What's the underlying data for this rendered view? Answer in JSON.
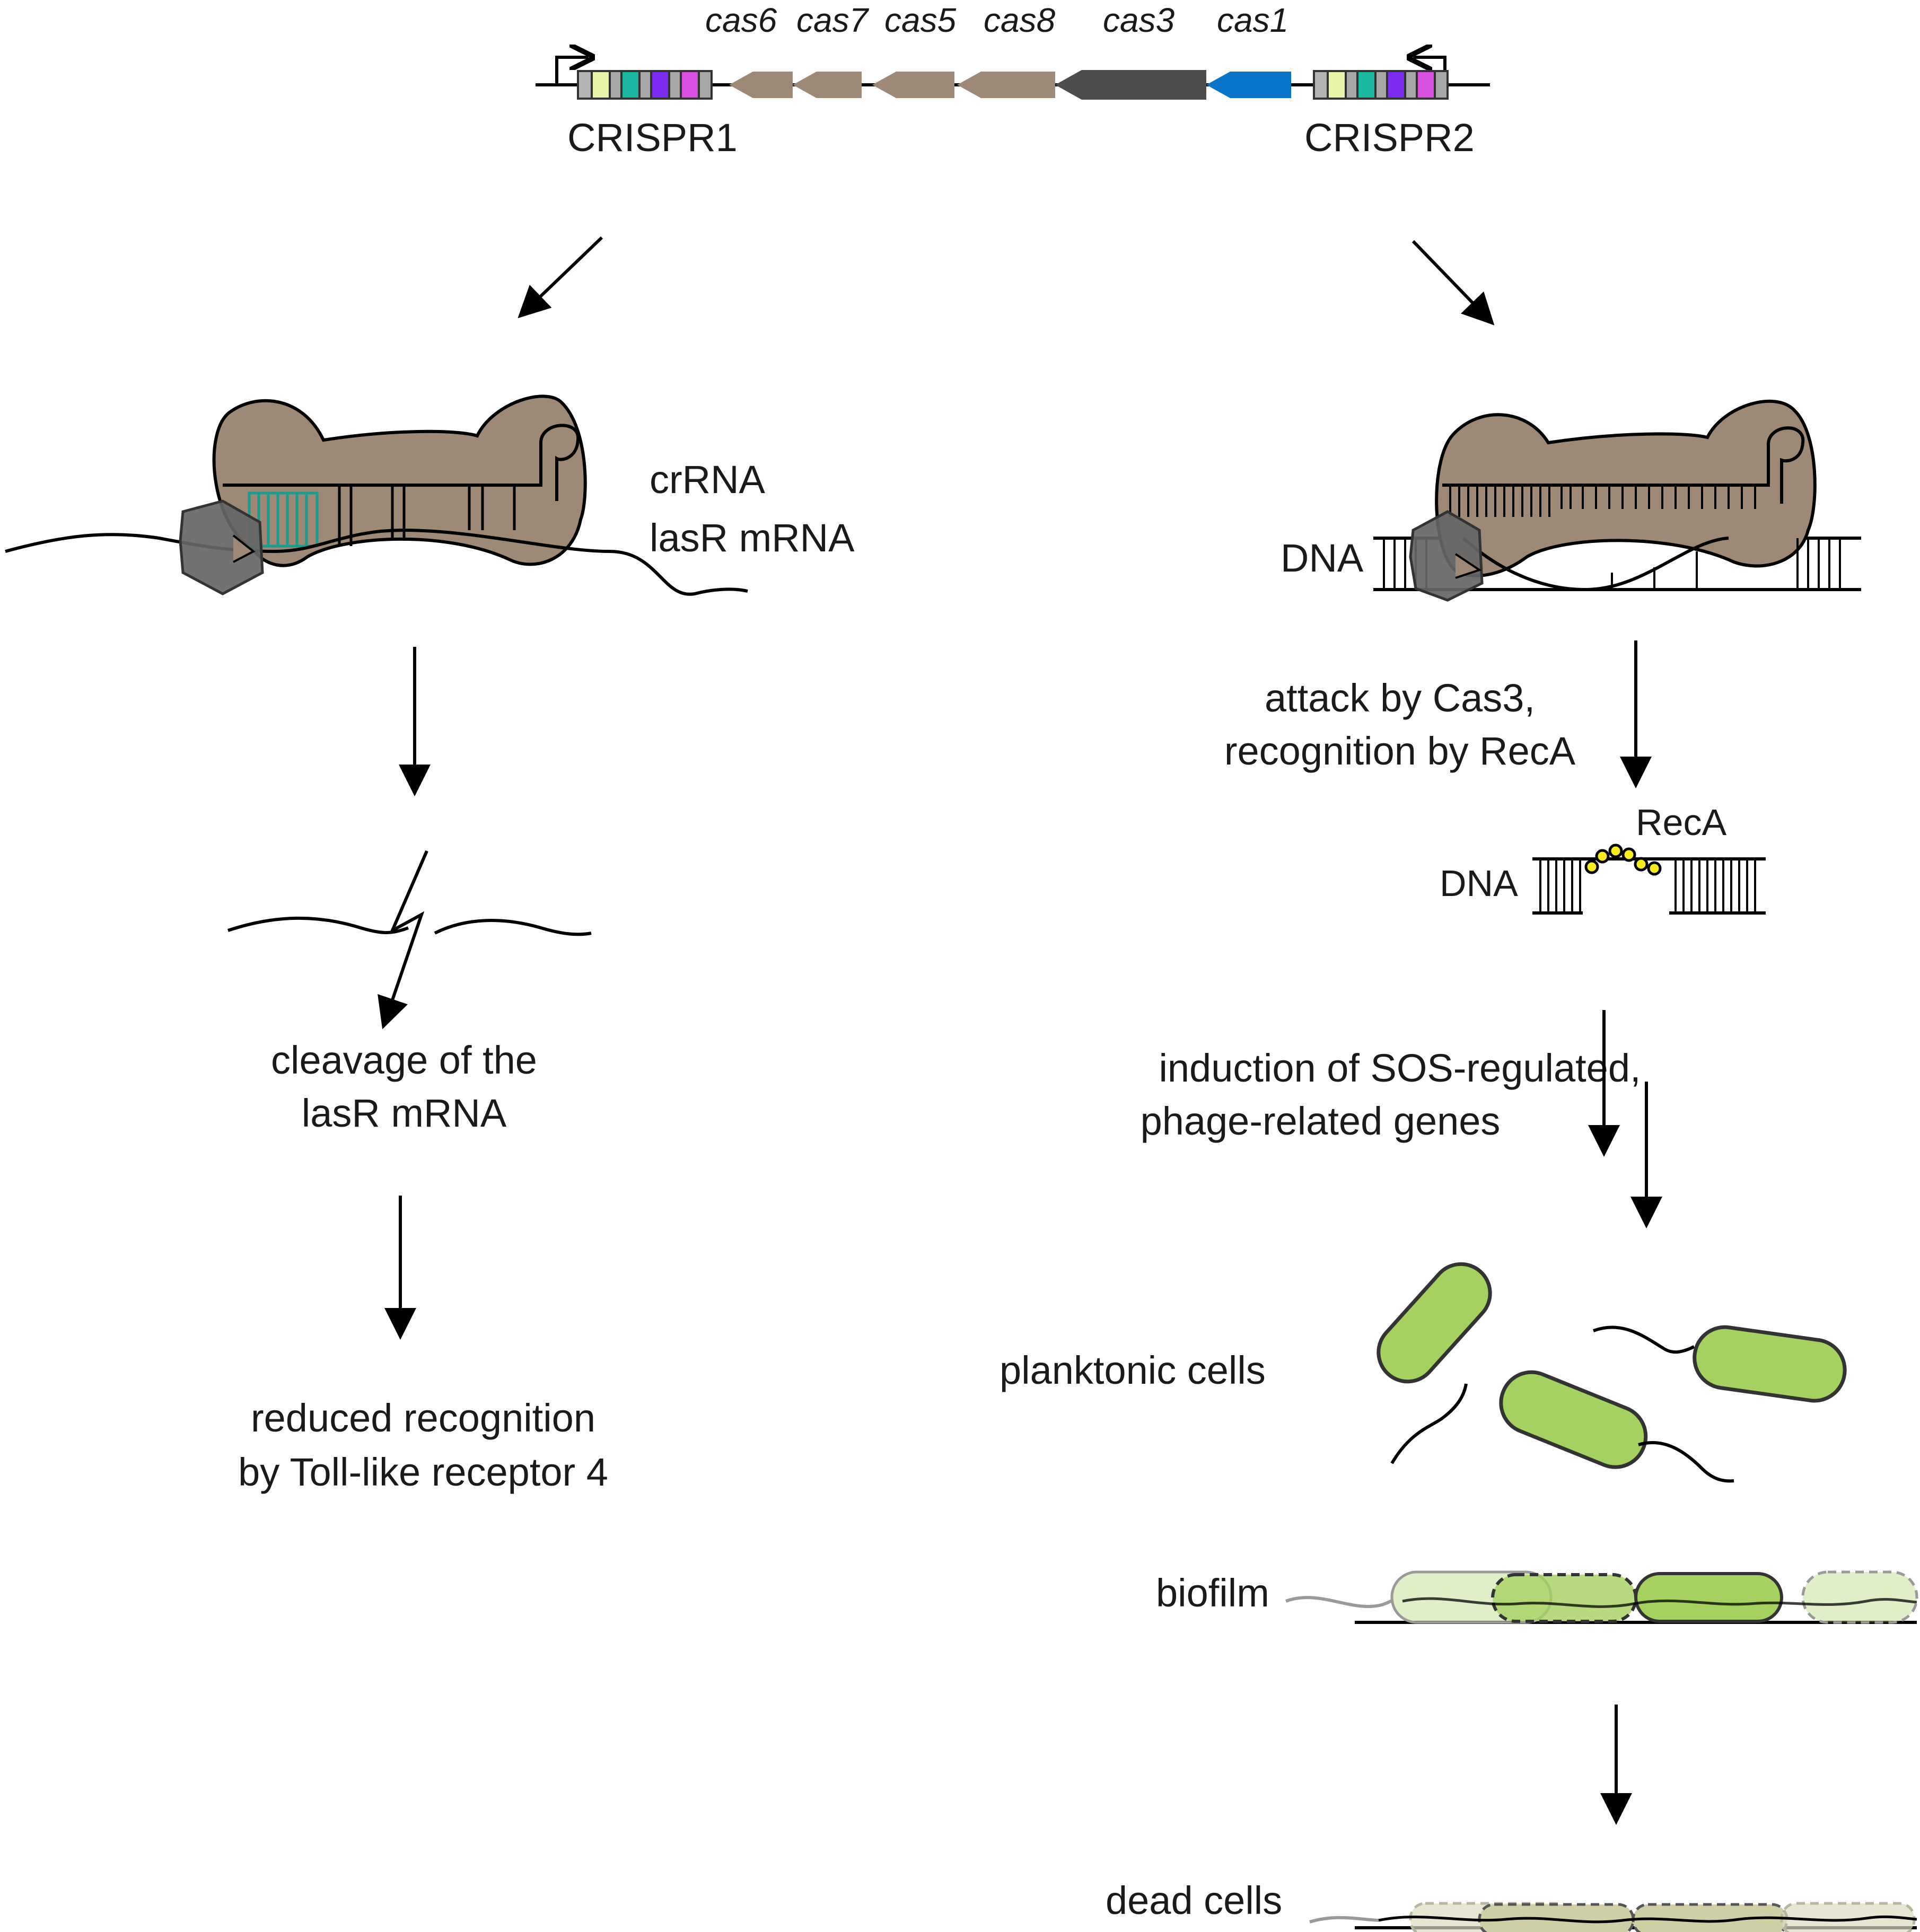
{
  "gene_cluster": {
    "genes": [
      "cas6",
      "cas7",
      "cas5",
      "cas8",
      "cas3",
      "cas1"
    ],
    "crispr_left": "CRISPR1",
    "crispr_right": "CRISPR2",
    "colors": {
      "cas_cascade": "#9e8876",
      "cas3": "#4d4d4d",
      "cas1": "#0a74c9",
      "spacers": [
        "#b3b3b3",
        "#e6f5a8",
        "#a8a8a8",
        "#1bb7a0",
        "#a8a8a8",
        "#7b2cf0",
        "#a8a8a8",
        "#d84fe0",
        "#a8a8a8"
      ]
    }
  },
  "left_branch": {
    "crrna_label": "crRNA",
    "mrna_label": "lasR mRNA",
    "cleavage_line1": "cleavage of the",
    "cleavage_line2": "lasR mRNA",
    "outcome_line1": "reduced recognition",
    "outcome_line2": "by Toll-like receptor 4"
  },
  "right_branch": {
    "dna_label_1": "DNA",
    "attack_line1": "attack by Cas3,",
    "attack_line2": "recognition by RecA",
    "reca_label": "RecA",
    "dna_label_2": "DNA",
    "sos_line1": "induction of SOS-regulated,",
    "sos_line2": "phage-related genes",
    "planktonic_label": "planktonic cells",
    "biofilm_label": "biofilm",
    "dead_label": "dead cells"
  },
  "colors": {
    "complex": "#9e8876",
    "cas3_hex": "#666666",
    "crrna_teal": "#1a9d8c",
    "cell_green": "#a5d161",
    "reca_yellow": "#f7ec1d",
    "dead_cell": "#cfcfa6"
  }
}
